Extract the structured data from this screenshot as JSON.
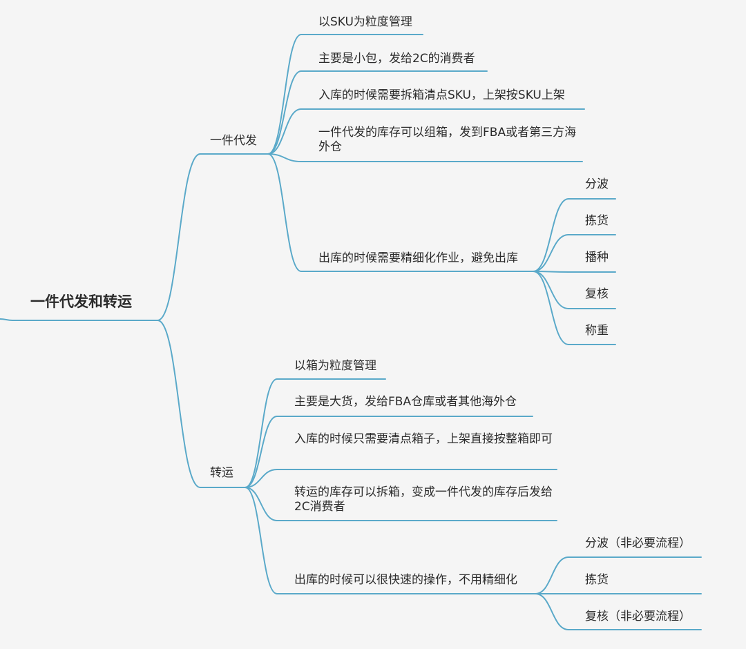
{
  "mindmap": {
    "root": {
      "label": "一件代发和转运"
    },
    "branch_dropship": {
      "label": "一件代发",
      "items": [
        "以SKU为粒度管理",
        "主要是小包，发给2C的消费者",
        "入库的时候需要拆箱清点SKU，上架按SKU上架",
        "一件代发的库存可以组箱，发到FBA或者第三方海外仓",
        "出库的时候需要精细化作业，避免出库"
      ],
      "outbound_steps": [
        "分波",
        "拣货",
        "播种",
        "复核",
        "称重"
      ]
    },
    "branch_transfer": {
      "label": "转运",
      "items": [
        "以箱为粒度管理",
        "主要是大货，发给FBA仓库或者其他海外仓",
        "入库的时候只需要清点箱子，上架直接按整箱即可",
        "转运的库存可以拆箱，变成一件代发的库存后发给2C消费者",
        "出库的时候可以很快速的操作，不用精细化"
      ],
      "outbound_steps": [
        "分波（非必要流程）",
        "拣货",
        "复核（非必要流程）"
      ]
    },
    "line_color": "#5aa9c9"
  }
}
